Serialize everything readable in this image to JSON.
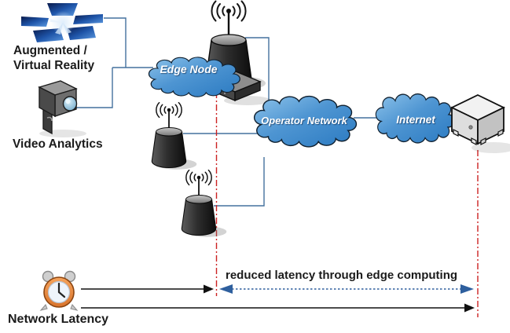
{
  "diagram": {
    "nodes": {
      "ar_vr": {
        "line1": "Augmented /",
        "line2": "Virtual Reality"
      },
      "video_analytics": {
        "label": "Video Analytics"
      },
      "edge_node": {
        "label": "Edge Node"
      },
      "operator_network": {
        "label": "Operator Network"
      },
      "internet": {
        "label": "Internet"
      }
    },
    "annotations": {
      "reduced_latency": "reduced latency through edge computing",
      "network_latency": "Network Latency"
    },
    "icons": {
      "ar_vr": "cave-display-icon",
      "video_analytics": "cctv-camera-icon",
      "edge_node_antenna": "antenna-tower-icon",
      "edge_node_server": "network-switch-icon",
      "base_station_1": "antenna-tower-icon",
      "base_station_2": "antenna-tower-icon",
      "internet_server": "server-box-icon",
      "network_latency": "alarm-clock-icon"
    },
    "colors": {
      "cloud_fill_top": "#7fbae6",
      "cloud_fill_bottom": "#2b7ac1",
      "cloud_outline": "#10202f",
      "connector": "#44719e",
      "latency_marker": "#cc2222",
      "reduced_latency_arrow": "#2e5f9e",
      "arrow": "#111111",
      "text": "#1b1b1b"
    }
  }
}
